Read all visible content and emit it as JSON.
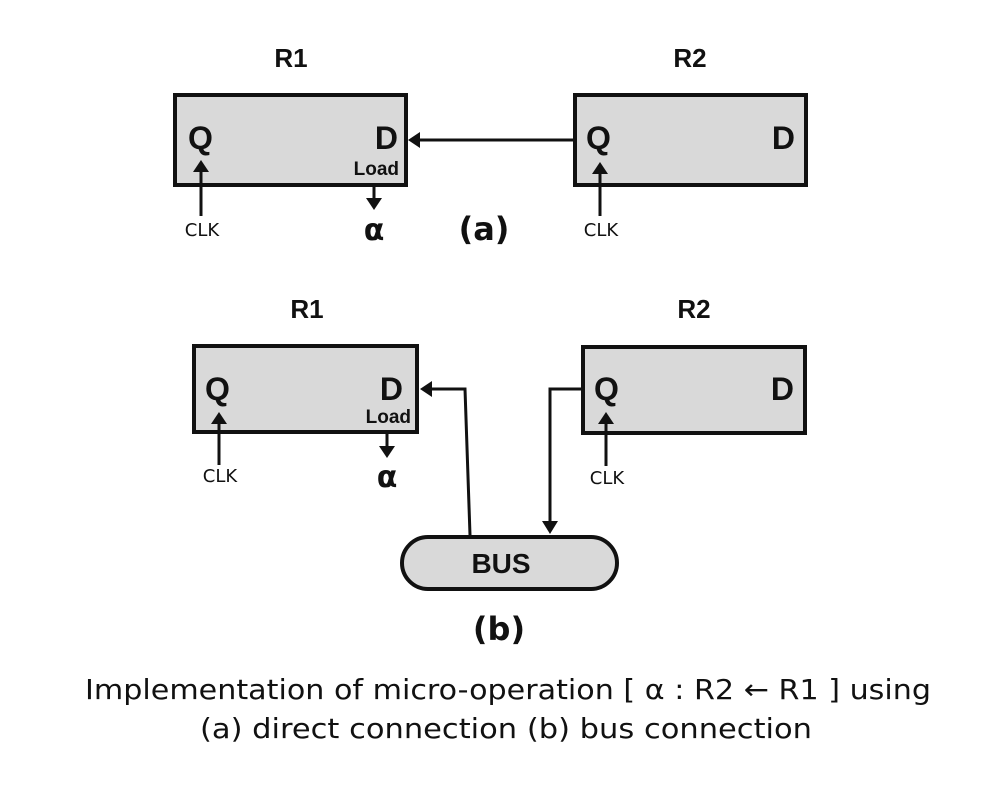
{
  "diagram_a": {
    "label": "(a)",
    "r1": {
      "title": "R1",
      "q": "Q",
      "d": "D",
      "load": "Load",
      "clk": "CLK",
      "control": "α"
    },
    "r2": {
      "title": "R2",
      "q": "Q",
      "d": "D",
      "clk": "CLK"
    },
    "connection": "direct: R2.Q → R1.D"
  },
  "diagram_b": {
    "label": "(b)",
    "r1": {
      "title": "R1",
      "q": "Q",
      "d": "D",
      "load": "Load",
      "clk": "CLK",
      "control": "α"
    },
    "r2": {
      "title": "R2",
      "q": "Q",
      "d": "D",
      "clk": "CLK"
    },
    "bus": {
      "label": "BUS"
    },
    "connection": "R2.Q → BUS → R1.D"
  },
  "caption": {
    "line1": "Implementation of micro-operation [ α : R2 ← R1 ]  using",
    "line2": "(a) direct connection (b) bus connection"
  },
  "colors": {
    "box_fill": "#d9d9d9",
    "stroke": "#111111",
    "background": "#ffffff"
  }
}
